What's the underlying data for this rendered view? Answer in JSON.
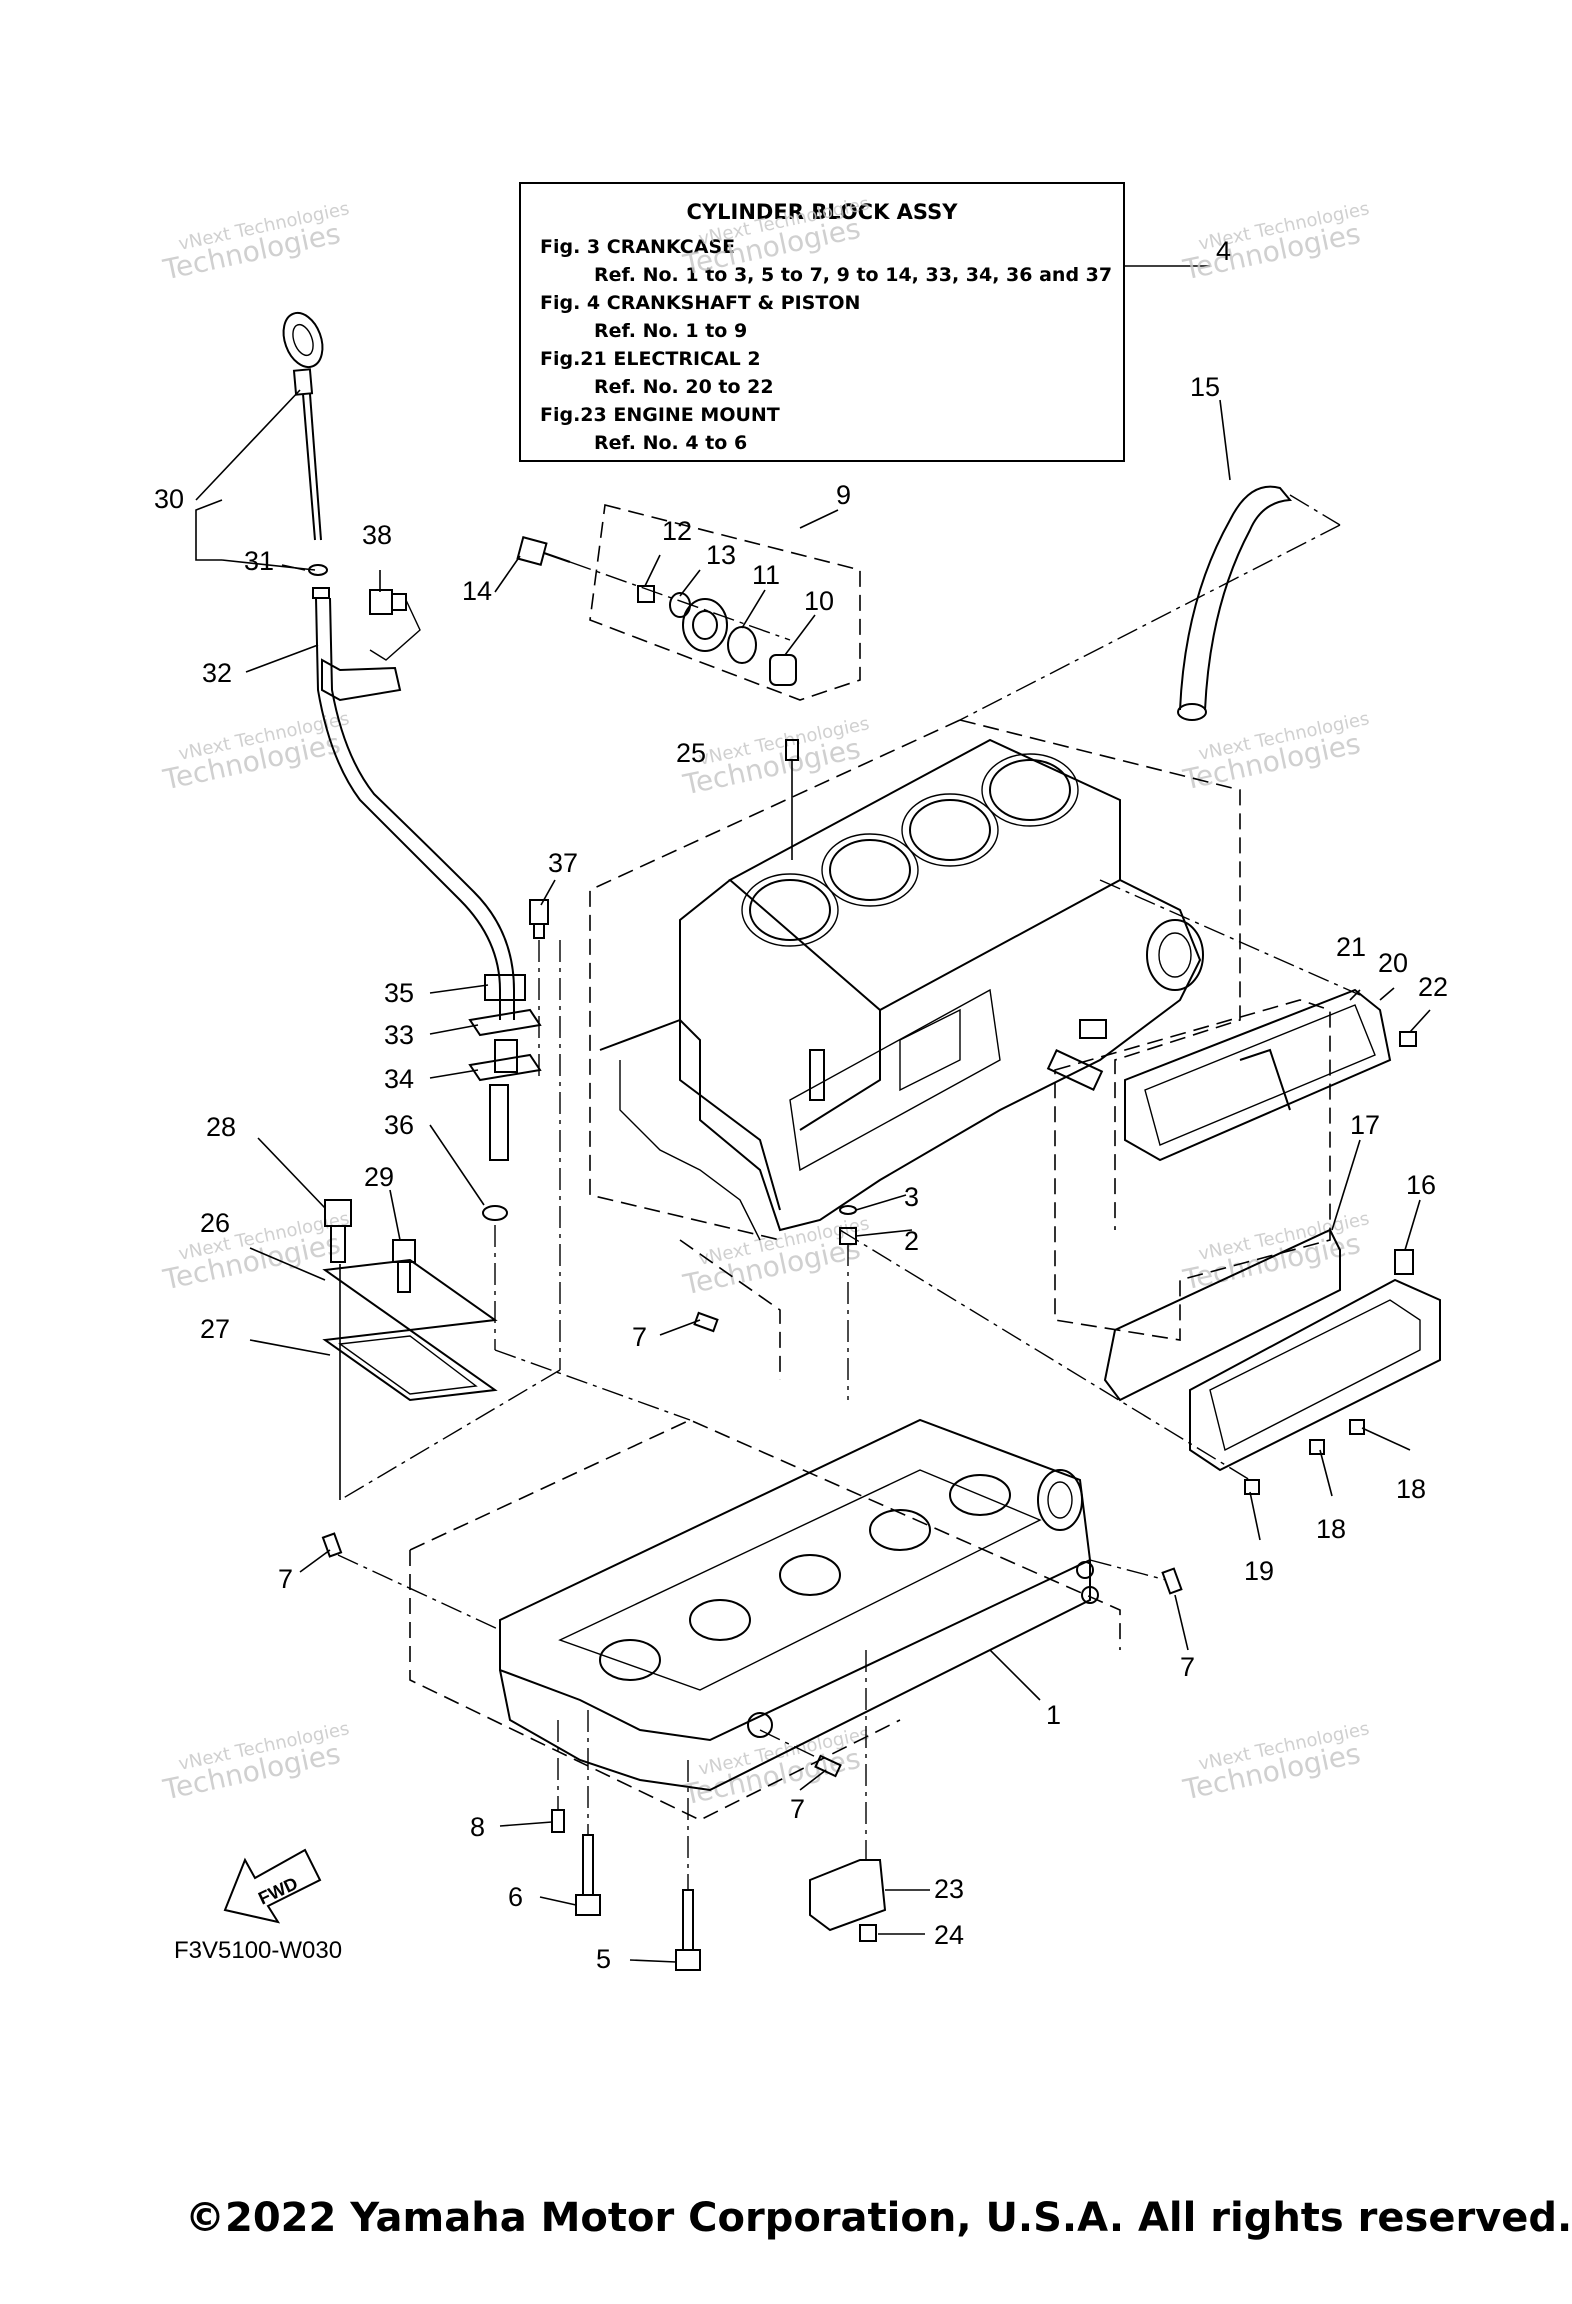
{
  "reference_box": {
    "title": "CYLINDER BLOCK ASSY",
    "lines": [
      "Fig.  3 CRANKCASE",
      "Ref. No. 1 to 3, 5 to 7, 9 to 14, 33, 34, 36 and 37",
      "Fig.  4 CRANKSHAFT & PISTON",
      "Ref. No. 1 to 9",
      "Fig.21 ELECTRICAL 2",
      "Ref. No. 20 to 22",
      "Fig.23 ENGINE MOUNT",
      "Ref. No. 4 to 6"
    ]
  },
  "callouts": [
    "1",
    "2",
    "3",
    "4",
    "5",
    "6",
    "7",
    "7",
    "7",
    "7",
    "7",
    "8",
    "9",
    "10",
    "11",
    "12",
    "13",
    "14",
    "15",
    "16",
    "17",
    "18",
    "18",
    "19",
    "20",
    "21",
    "22",
    "23",
    "24",
    "25",
    "26",
    "27",
    "28",
    "29",
    "30",
    "31",
    "32",
    "33",
    "34",
    "35",
    "36",
    "37",
    "38"
  ],
  "watermark": {
    "line1": "vNext Technologies",
    "line2": "Technologies",
    "line3": "vNext"
  },
  "fwd_label": "FWD",
  "diagram_code": "F3V5100-W030",
  "copyright": "©2022 Yamaha Motor Corporation, U.S.A. All rights reserved."
}
